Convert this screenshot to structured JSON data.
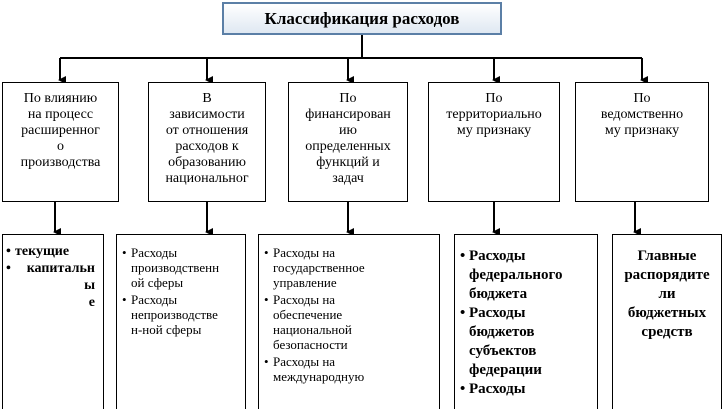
{
  "title": "Классификация расходов",
  "categories": [
    "По влиянию\nна процесс\nрасширенног\nо\nпроизводства",
    "В\nзависимости\nот отношения\nрасходов к\nобразованию\nнациональног",
    "По\nфинансирован\nию\nопределенных\nфункций и\nзадач",
    "По\nтерриториально\nму признаку",
    "По\nведомственно\nму признаку"
  ],
  "details": {
    "d1": [
      "текущие",
      "капитальн\nы\nе"
    ],
    "d2": [
      "Расходы\nпроизводственн\nой сферы",
      "Расходы\nнепроизводстве\nн-ной сферы"
    ],
    "d3": [
      "Расходы на\nгосударственное\nуправление",
      "Расходы на\nобеспечение\nнациональной\nбезопасности",
      "Расходы на\nмеждународную"
    ],
    "d4": [
      "Расходы\nфедерального\nбюджета",
      "Расходы\nбюджетов\nсубъектов\nфедерации",
      "Расходы"
    ],
    "d5": "Главные\nраспорядите\nли\nбюджетных\nсредств"
  }
}
